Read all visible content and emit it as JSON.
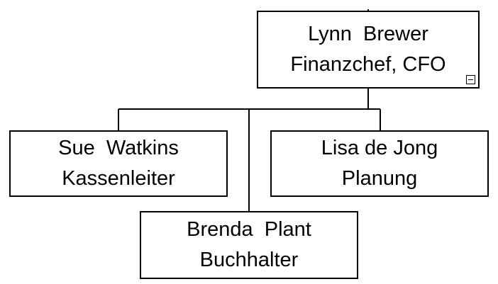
{
  "org_chart": {
    "root": {
      "name": "Lynn  Brewer",
      "title": "Finanzchef, CFO",
      "toggle_icon": "collapse-minus-icon"
    },
    "subordinates": {
      "sue": {
        "name": "Sue  Watkins",
        "title": "Kassenleiter"
      },
      "lisa": {
        "name": "Lisa de Jong",
        "title": "Planung"
      },
      "brenda": {
        "name": "Brenda  Plant",
        "title": "Buchhalter"
      }
    }
  },
  "colors": {
    "line": "#000000",
    "box_border": "#000000",
    "box_fill": "#ffffff",
    "text": "#000000"
  }
}
